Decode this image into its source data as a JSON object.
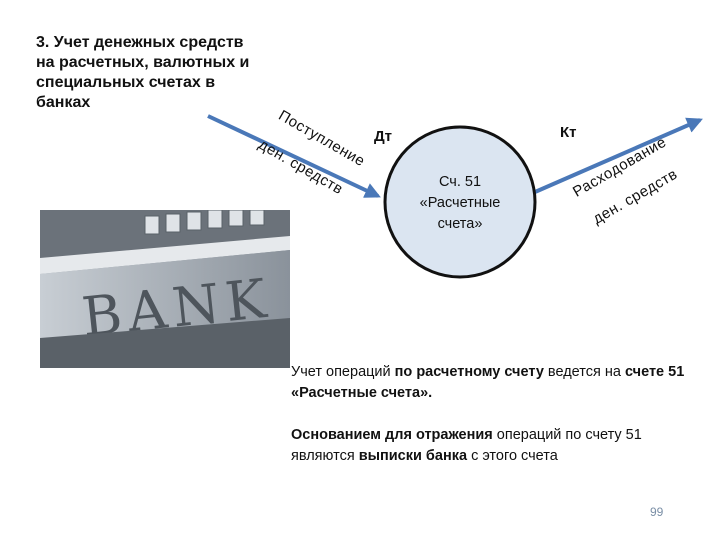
{
  "title": "3. Учет денежных средств на расчетных, валютных и специальных счетах в банках",
  "diagram": {
    "circle_label_lines": [
      "Сч. 51",
      "«Расчетные",
      "счета»"
    ],
    "debit_label": "Дт",
    "credit_label": "Кт",
    "inflow_lines": [
      "Поступление",
      "ден. средств"
    ],
    "outflow_lines": [
      "Расходование",
      "ден. средств"
    ],
    "colors": {
      "circle_fill": "#dbe5f1",
      "circle_stroke": "#111111",
      "arrow": "#4a78b8"
    }
  },
  "image": {
    "icon": "bank-building-photo",
    "sign_text": "BANK"
  },
  "body": {
    "p1": {
      "t1": "Учет операций ",
      "b1": "по расчетному счету",
      "t2": " ведется на ",
      "b2": "счете 51 «Расчетные счета»."
    },
    "p2": {
      "b1": "Основанием для  отражения",
      "t1": " операций по счету 51 являются ",
      "b2": "выписки банка",
      "t2": " с этого счета"
    }
  },
  "page_number": "99"
}
